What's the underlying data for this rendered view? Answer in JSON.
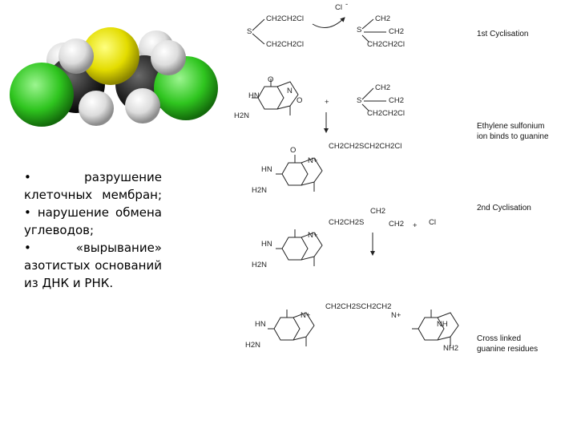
{
  "bullets": [
    {
      "marker": "•",
      "text": "разрушение клеточных мембран;"
    },
    {
      "marker": "•",
      "text": "нарушение обмена углеводов;"
    },
    {
      "marker": "•",
      "text": "«вырывание» азотистых оснований из ДНК и РНК."
    }
  ],
  "scheme": {
    "captions": {
      "first_cyclisation": "1st Cyclisation",
      "ethylene_sulfonium_1": "Ethylene sulfonium",
      "ethylene_sulfonium_2": "ion binds to guanine",
      "second_cyclisation": "2nd Cyclisation",
      "cross_linked_1": "Cross linked",
      "cross_linked_2": "guanine residues"
    },
    "labels": {
      "ch2ch2cl": "CH2CH2Cl",
      "s": "S",
      "cl_minus": "Cl",
      "minus": "-",
      "ch2": "CH2",
      "plus_sign": "+",
      "chain_s": "CH2CH2SCH2CH2Cl",
      "ch2ch2s": "CH2CH2S",
      "bridge": "CH2CH2SCH2CH2",
      "hn": "HN",
      "h2n": "H2N",
      "n": "N",
      "n_plus": "N+",
      "o": "O",
      "nh": "NH",
      "nh2": "NH2"
    }
  },
  "colors": {
    "sulfur": "#e8e000",
    "chlorine": "#2fc51f",
    "hydrogen": "#dedede",
    "carbon": "#2a2a2a",
    "arrow": "#222222"
  }
}
